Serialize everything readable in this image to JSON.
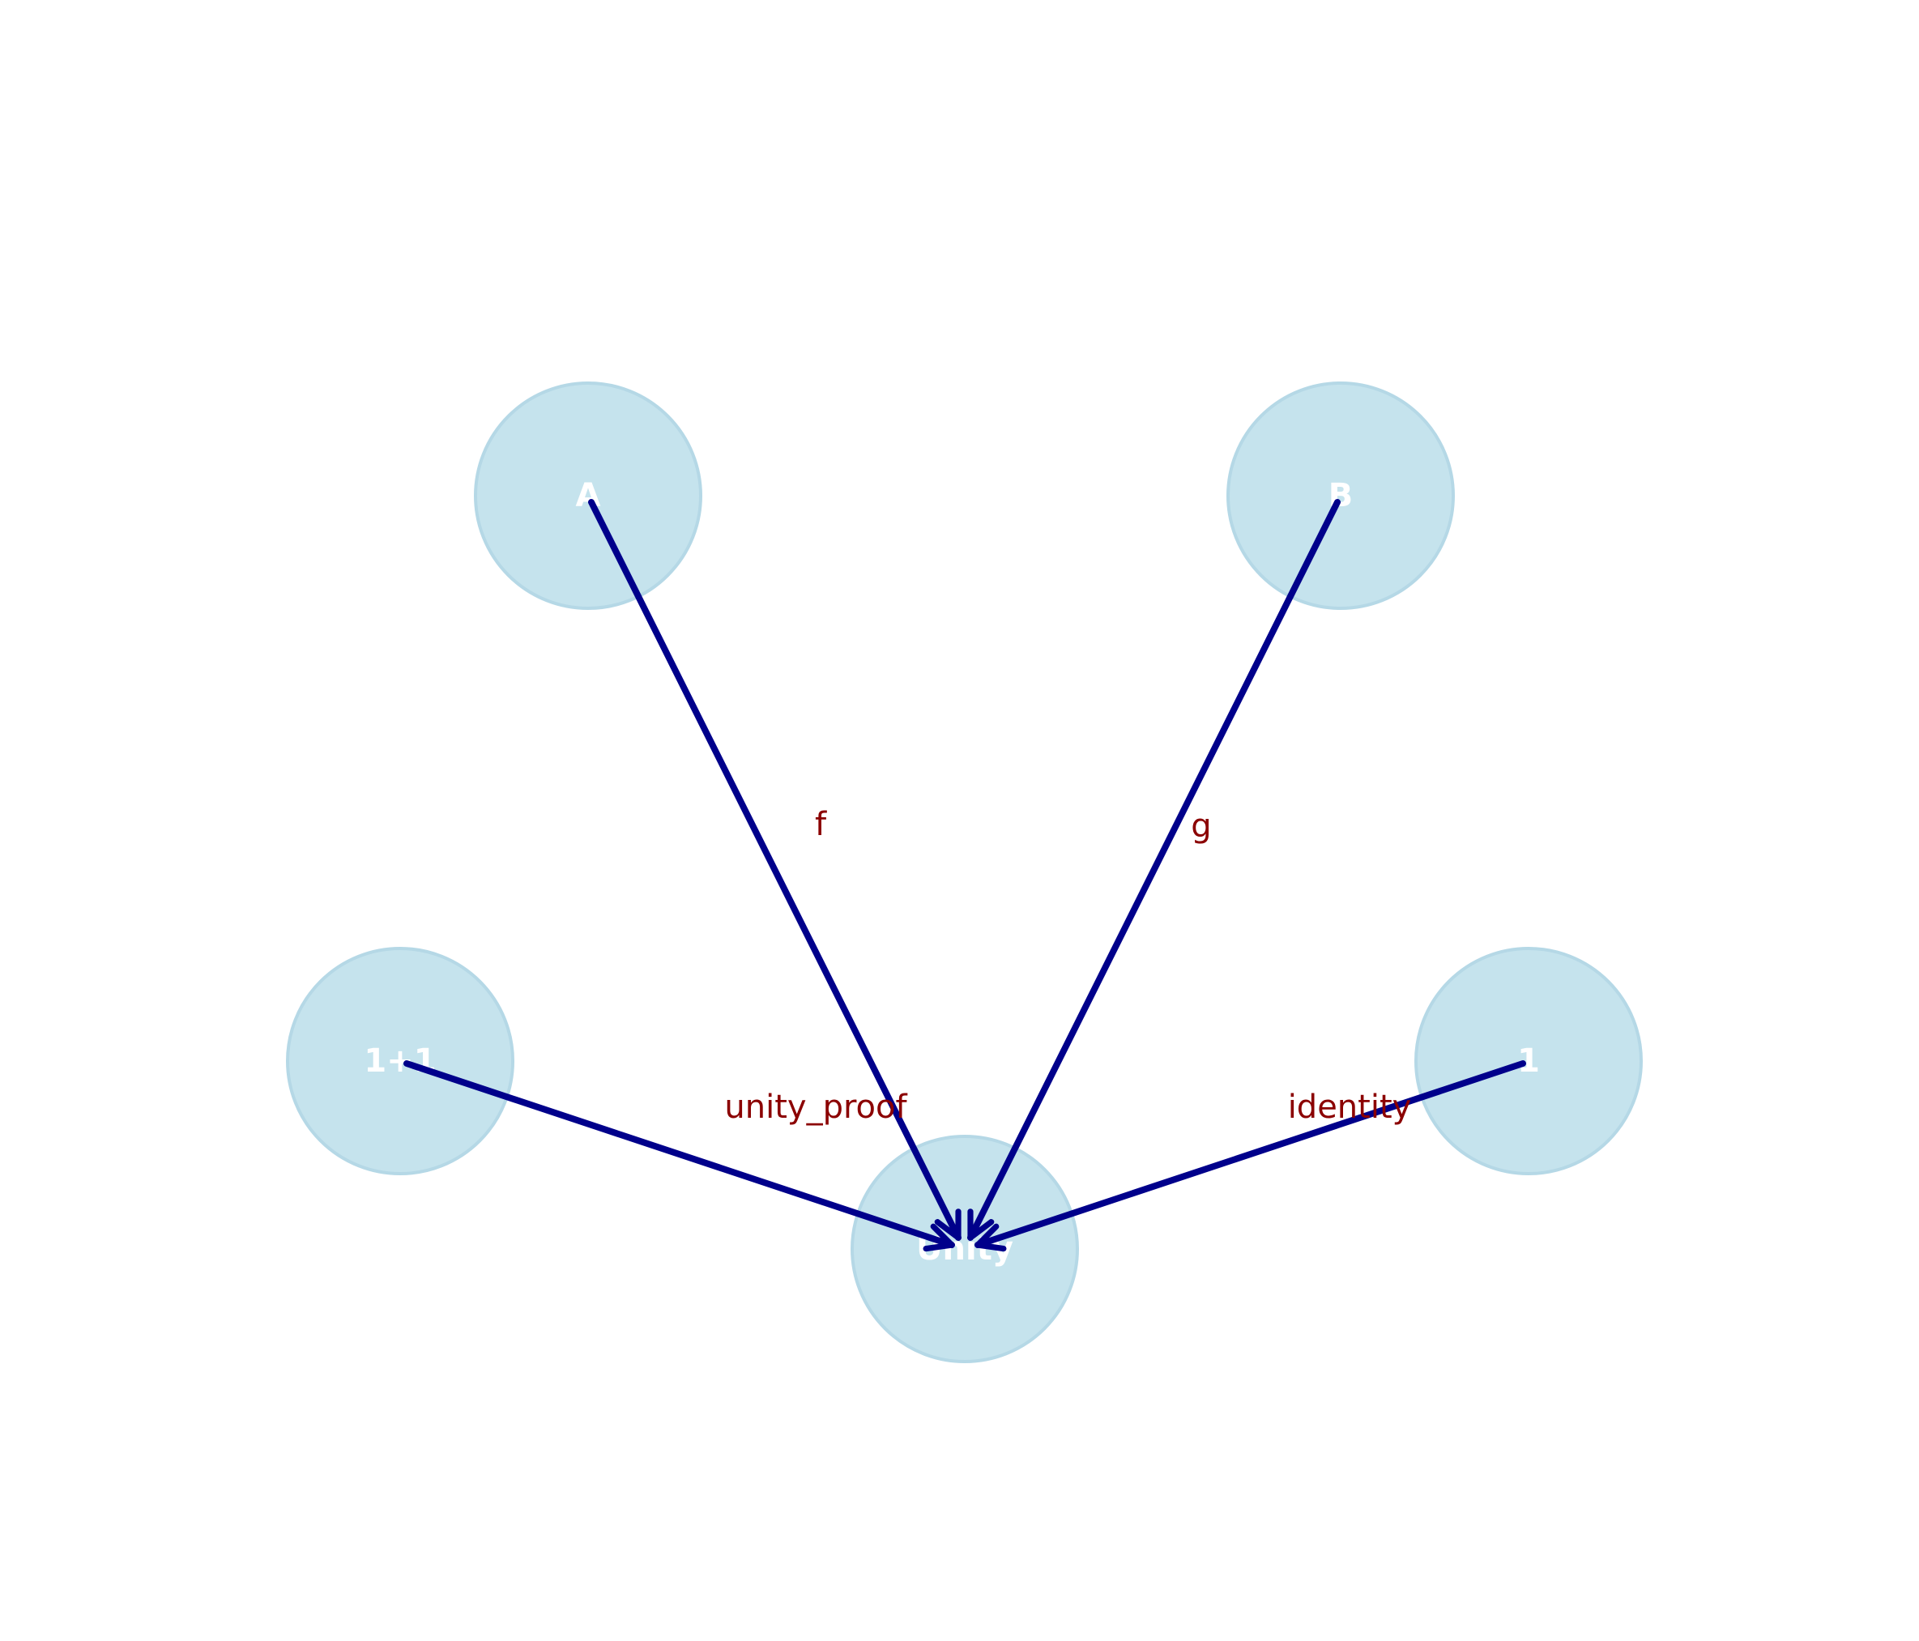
{
  "nodes": [
    {
      "id": "A",
      "label": "A"
    },
    {
      "id": "B",
      "label": "B"
    },
    {
      "id": "1+1",
      "label": "1+1"
    },
    {
      "id": "1",
      "label": "1"
    },
    {
      "id": "Unity",
      "label": "Unity"
    }
  ],
  "edges": [
    {
      "from": "A",
      "to": "Unity",
      "label": "f"
    },
    {
      "from": "B",
      "to": "Unity",
      "label": "g"
    },
    {
      "from": "1+1",
      "to": "Unity",
      "label": "unity_proof"
    },
    {
      "from": "1",
      "to": "Unity",
      "label": "identity"
    }
  ],
  "colors": {
    "node_fill": "#c5e3ed",
    "node_label": "#ffffff",
    "edge": "#00008b",
    "edge_label": "#8b0000"
  }
}
